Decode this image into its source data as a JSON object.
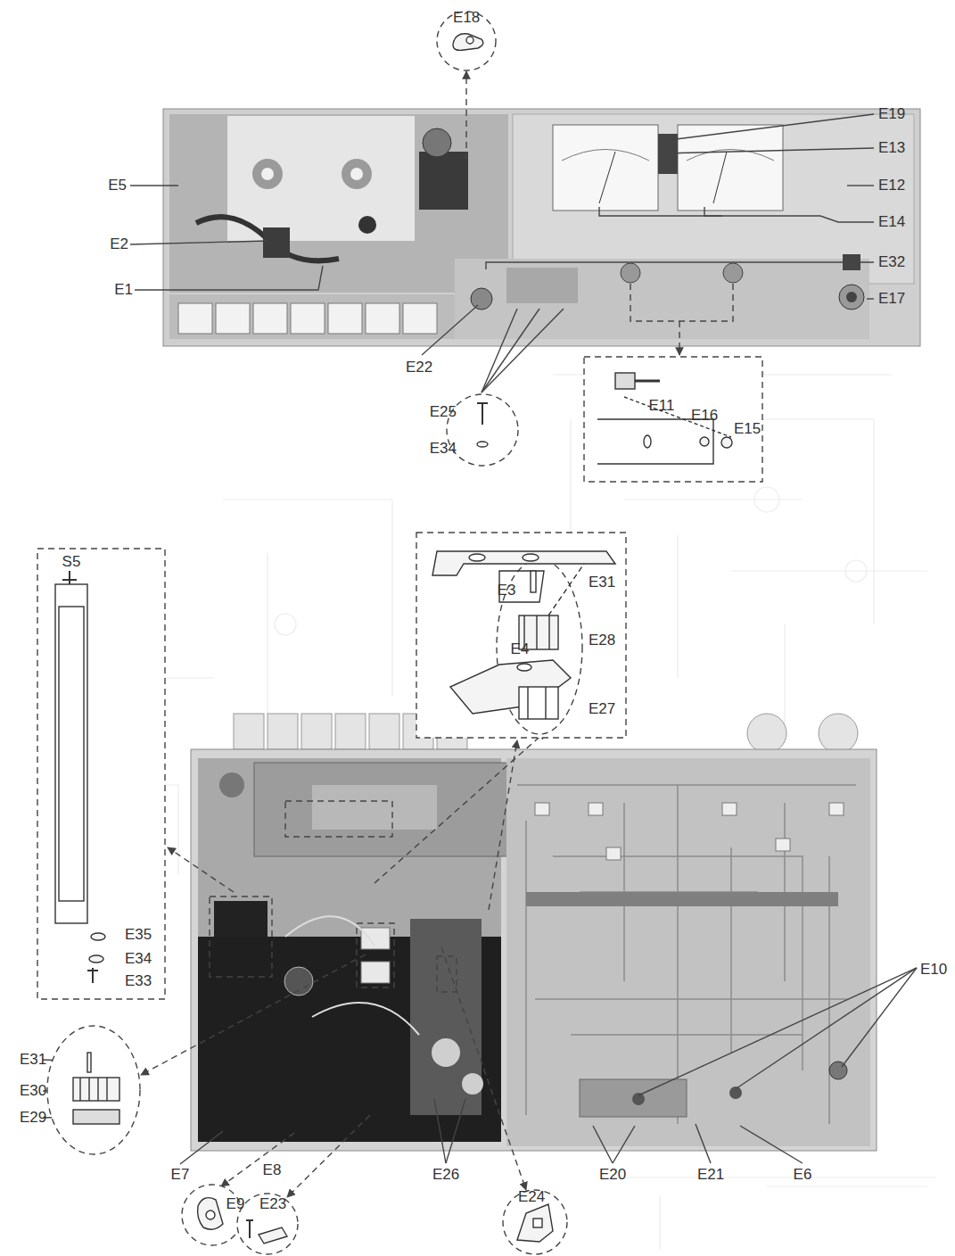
{
  "diagram": {
    "labels": [
      "E18",
      "E19",
      "E13",
      "E12",
      "E5",
      "E14",
      "E2",
      "E32",
      "E1",
      "E17",
      "E22",
      "E25",
      "E11",
      "E16",
      "E15",
      "E34",
      "E31",
      "E3",
      "E28",
      "E4",
      "E27",
      "S5",
      "E35",
      "E34",
      "E10",
      "E33",
      "E31",
      "E30",
      "E29",
      "E8",
      "E7",
      "E26",
      "E20",
      "E21",
      "E6",
      "E24",
      "E9",
      "E23"
    ]
  }
}
